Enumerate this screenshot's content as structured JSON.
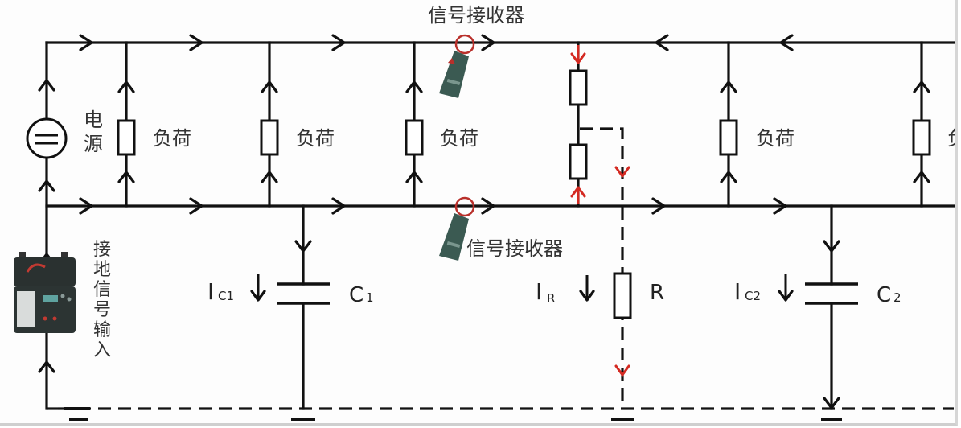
{
  "diagram": {
    "title_top_receiver": "信号接收器",
    "bottom_receiver": "信号接收器",
    "power_source_label": [
      "电",
      "源"
    ],
    "load_label": "负荷",
    "load_partial_label": "负",
    "ground_input_label": [
      "接",
      "地",
      "信",
      "号",
      "输",
      "入"
    ],
    "capacitor_1": {
      "current": "I",
      "current_sub": "C1",
      "name": "C",
      "name_sub": "1"
    },
    "capacitor_2": {
      "current": "I",
      "current_sub": "C2",
      "name": "C",
      "name_sub": "2"
    },
    "resistor": {
      "current": "I",
      "current_sub": "R",
      "name": "R"
    },
    "colors": {
      "wire": "#111111",
      "fault_arrow": "#d42a22",
      "clamp_body": "#3b5a52",
      "clamp_jaw": "#b9302b"
    }
  }
}
